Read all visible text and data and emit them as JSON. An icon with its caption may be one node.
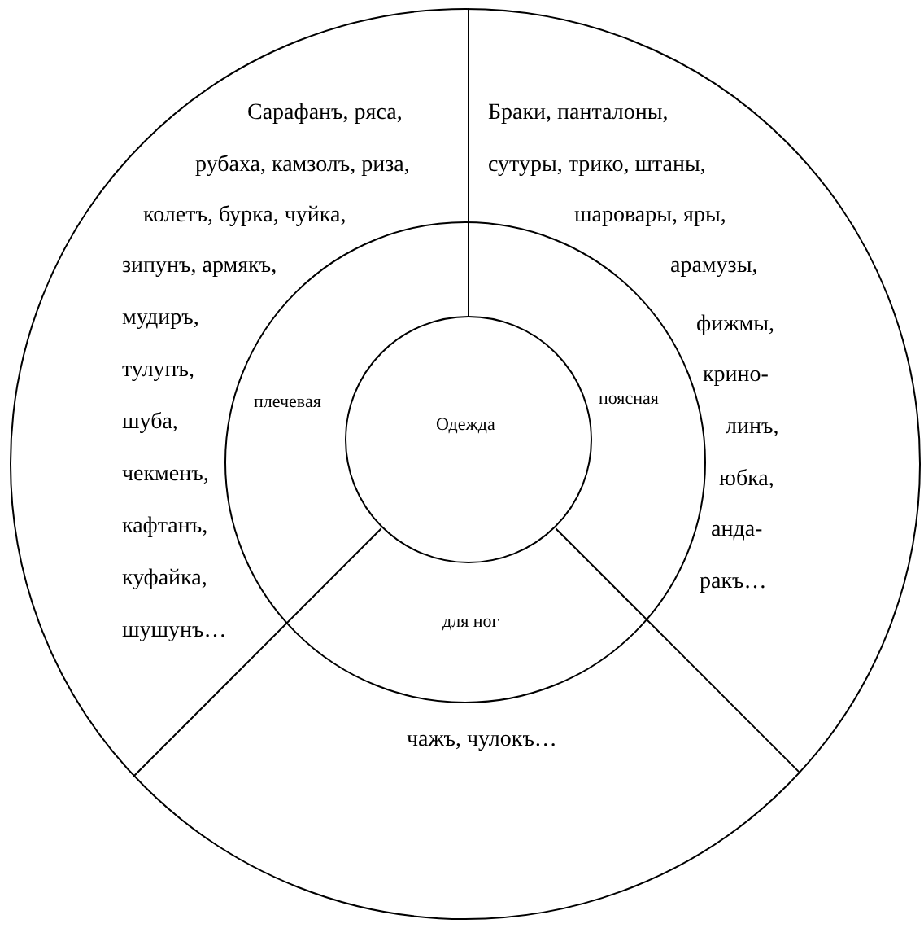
{
  "diagram": {
    "nodes": [
      {
        "text": [
          "Сарафанъ, ряса,",
          "рубаха, камзолъ, риза,",
          "колетъ, бурка, чуйка,",
          "зипунъ, армякъ,",
          "мудиръ,",
          "тулупъ,",
          "шуба,",
          "чекменъ,",
          "кафтанъ,",
          "куфайка,",
          "шушунъ…",
          "Браки, панталоны,",
          "сутуры, трико, штаны,",
          "шаровары, яры,",
          "арамузы,",
          "фижмы,",
          "крино-",
          "линъ,",
          "юбка,",
          "анда-",
          "ракъ…",
          "чажъ, чулокъ…"
        ]
      },
      {
        "text": [
          "плечевая",
          "поясная",
          "для ног"
        ],
        "in": 0
      },
      {
        "text": [
          "Одежда"
        ],
        "in": 1
      }
    ]
  }
}
